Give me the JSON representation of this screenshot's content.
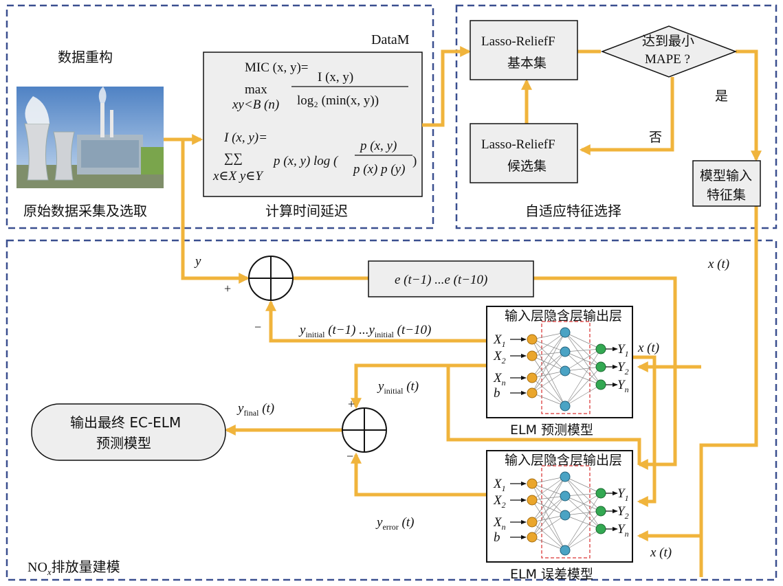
{
  "sections": {
    "data_reconstruction": "数据重构",
    "raw_data": "原始数据采集及选取",
    "time_delay": "计算时间延迟",
    "datam": "DataM",
    "adaptive_selection": "自适应特征选择",
    "nox_modeling": "排放量建模"
  },
  "formula": {
    "mic_lhs": "MIC (x, y)=",
    "mic_max": "max",
    "mic_num": "I (x, y)",
    "mic_den": "log₂ (min(x, y))",
    "mic_sub": "xy<B (n)",
    "i_lhs": "I (x, y)=",
    "i_sum": "∑∑",
    "i_sum_sub": "x∈X  y∈Y",
    "i_body": "p (x, y) log (",
    "i_num": "p (x, y)",
    "i_den": "p (x) p (y)",
    "i_close": ")"
  },
  "boxes": {
    "basic_set_l1": "Lasso-ReliefF",
    "basic_set_l2": "基本集",
    "candidate_l1": "Lasso-ReliefF",
    "candidate_l2": "候选集",
    "decision_l1": "达到最小",
    "decision_l2": "MAPE ?",
    "yes": "是",
    "no": "否",
    "model_input_l1": "模型输入",
    "model_input_l2": "特征集",
    "error_seq": "e (t−1) ...e (t−10)",
    "output_l1": "输出最终 EC-ELM",
    "output_l2": "预测模型"
  },
  "labels": {
    "y": "y",
    "plus1": "+",
    "minus1": "−",
    "plus2": "+",
    "minus2": "−",
    "xt1": "x (t)",
    "xt2": "x (t)",
    "xt3": "x (t)",
    "y_initial_seq": "y",
    "y_initial_seq_sub": "initial",
    "y_initial_seq_rest": " (t−1) ...y",
    "y_initial_seq_sub2": "initial",
    "y_initial_seq_end": " (t−10)",
    "y_initial": "y",
    "y_initial_sub": "initial",
    "y_initial_t": " (t)",
    "y_final": "y",
    "y_final_sub": "final",
    "y_final_t": " (t)",
    "y_error": "y",
    "y_error_sub": "error",
    "y_error_t": " (t)",
    "nox": "NO",
    "nox_sub": "x"
  },
  "elm": {
    "layers_title": "输入层隐含层输出层",
    "pred_caption": "ELM 预测模型",
    "err_caption": "ELM 误差模型",
    "inputs": [
      "X",
      "X",
      "X",
      "b"
    ],
    "input_subs": [
      "1",
      "2",
      "n",
      ""
    ],
    "outputs": [
      "Y",
      "Y",
      "Y"
    ],
    "output_subs": [
      "1",
      "2",
      "n"
    ]
  },
  "colors": {
    "arrow": "#f0b43c",
    "dash_border": "#3a4f8f",
    "box_fill": "#eeeeee",
    "input_node": "#eaa62c",
    "hidden_node": "#4aa3c4",
    "output_node": "#33a852",
    "hidden_box": "#e05555"
  }
}
